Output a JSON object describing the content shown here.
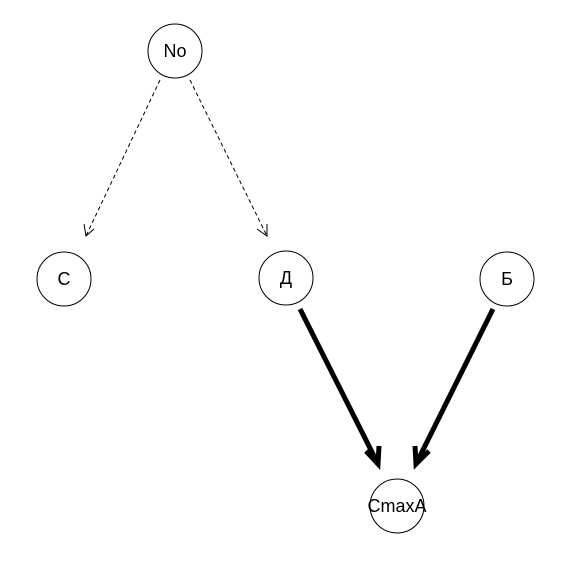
{
  "nodes": {
    "no": "No",
    "c": "С",
    "d": "Д",
    "b": "Б",
    "cmaxa": "CmaxA"
  },
  "edges": [
    {
      "from": "no",
      "to": "c",
      "style": "dashed"
    },
    {
      "from": "no",
      "to": "d",
      "style": "dashed"
    },
    {
      "from": "d",
      "to": "cmaxa",
      "style": "solid"
    },
    {
      "from": "b",
      "to": "cmaxa",
      "style": "solid"
    }
  ]
}
